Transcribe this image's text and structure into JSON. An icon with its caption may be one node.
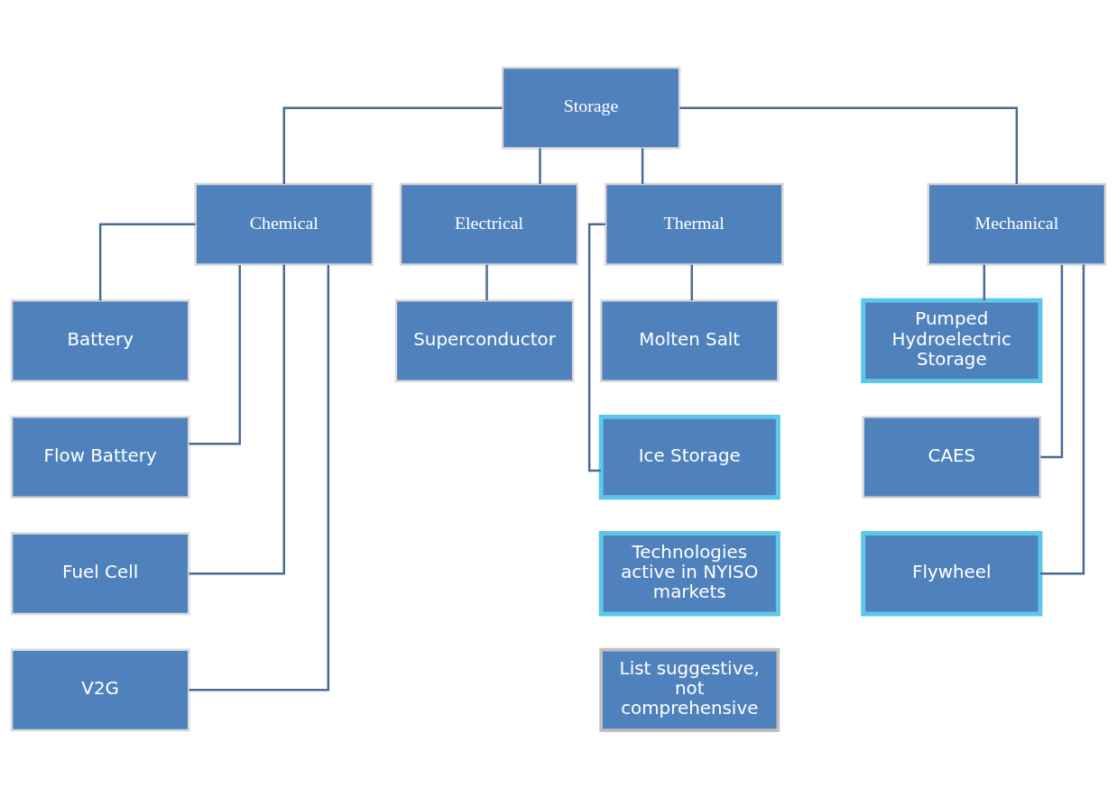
{
  "diagram": {
    "nodes": [
      {
        "text": [
          "Storage"
        ]
      },
      {
        "text": [
          "Chemical"
        ]
      },
      {
        "text": [
          "Electrical"
        ]
      },
      {
        "text": [
          "Thermal"
        ]
      },
      {
        "text": [
          "Mechanical"
        ]
      },
      {
        "text": [
          "Battery"
        ]
      },
      {
        "text": [
          "Flow Battery"
        ]
      },
      {
        "text": [
          "Fuel Cell"
        ]
      },
      {
        "text": [
          "V2G"
        ]
      },
      {
        "text": [
          "Superconductor"
        ]
      },
      {
        "text": [
          "Molten Salt"
        ]
      },
      {
        "text": [
          "Ice Storage"
        ]
      },
      {
        "text": [
          "Pumped Hydroelectric Storage"
        ]
      },
      {
        "text": [
          "CAES"
        ]
      },
      {
        "text": [
          "Flywheel"
        ]
      },
      {
        "text": [
          "Technologies active in NYISO markets"
        ]
      },
      {
        "text": [
          "List suggestive, not comprehensive"
        ]
      }
    ],
    "edges": [
      {
        "from": 0,
        "to": 1,
        "arrow": "none"
      },
      {
        "from": 0,
        "to": 2,
        "arrow": "none"
      },
      {
        "from": 0,
        "to": 3,
        "arrow": "none"
      },
      {
        "from": 0,
        "to": 4,
        "arrow": "none"
      },
      {
        "from": 1,
        "to": 5,
        "arrow": "none"
      },
      {
        "from": 1,
        "to": 6,
        "arrow": "none"
      },
      {
        "from": 1,
        "to": 7,
        "arrow": "none"
      },
      {
        "from": 1,
        "to": 8,
        "arrow": "none"
      },
      {
        "from": 2,
        "to": 9,
        "arrow": "none"
      },
      {
        "from": 3,
        "to": 10,
        "arrow": "none"
      },
      {
        "from": 3,
        "to": 11,
        "arrow": "none"
      },
      {
        "from": 4,
        "to": 12,
        "arrow": "none"
      },
      {
        "from": 4,
        "to": 13,
        "arrow": "none"
      },
      {
        "from": 4,
        "to": 14,
        "arrow": "none"
      }
    ]
  }
}
